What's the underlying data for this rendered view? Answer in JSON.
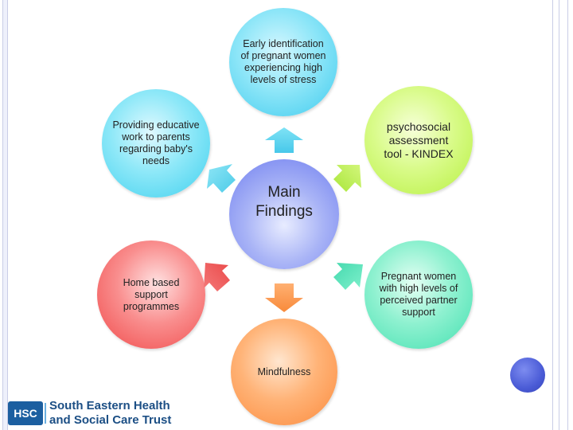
{
  "diagram": {
    "center": "Main Findings",
    "top": "Early identification of pregnant women experiencing high levels of stress",
    "top_right": "psychosocial assessment tool - KINDEX",
    "bottom_right": "Pregnant women with high levels of perceived partner support",
    "bottom": "Mindfulness",
    "bottom_left": "Home based support programmes",
    "top_left": "Providing educative work to parents regarding baby's needs"
  },
  "logo": {
    "badge": "HSC",
    "line1": "South Eastern Health",
    "line2": "and Social Care Trust"
  },
  "colors": {
    "top": "#5fd8f2",
    "top_left": "#5fdaf2",
    "top_right": "#c9f55e",
    "center": "#8a96f2",
    "bottom_left": "#f46a6a",
    "bottom_right": "#63e8bf",
    "bottom": "#fd9d55",
    "logo_blue": "#1c5fa0"
  }
}
